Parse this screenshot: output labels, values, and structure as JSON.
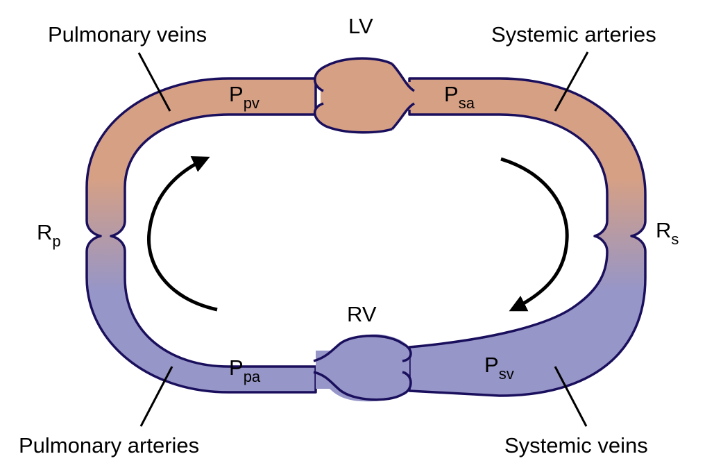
{
  "colors": {
    "arterial": "#d6a085",
    "venous": "#9696c8",
    "mixed": "#b59aa6",
    "outline": "#1a0f5c",
    "text": "#000000"
  },
  "labels": {
    "pulmonary_veins": "Pulmonary veins",
    "systemic_arteries": "Systemic arteries",
    "pulmonary_arteries": "Pulmonary arteries",
    "systemic_veins": "Systemic veins",
    "lv": "LV",
    "rv": "RV"
  },
  "pressures": {
    "ppv": {
      "main": "P",
      "sub": "pv"
    },
    "psa": {
      "main": "P",
      "sub": "sa"
    },
    "ppa": {
      "main": "P",
      "sub": "pa"
    },
    "psv": {
      "main": "P",
      "sub": "sv"
    }
  },
  "resistances": {
    "rp": {
      "main": "R",
      "sub": "p"
    },
    "rs": {
      "main": "R",
      "sub": "s"
    }
  },
  "flow_direction": "clockwise"
}
